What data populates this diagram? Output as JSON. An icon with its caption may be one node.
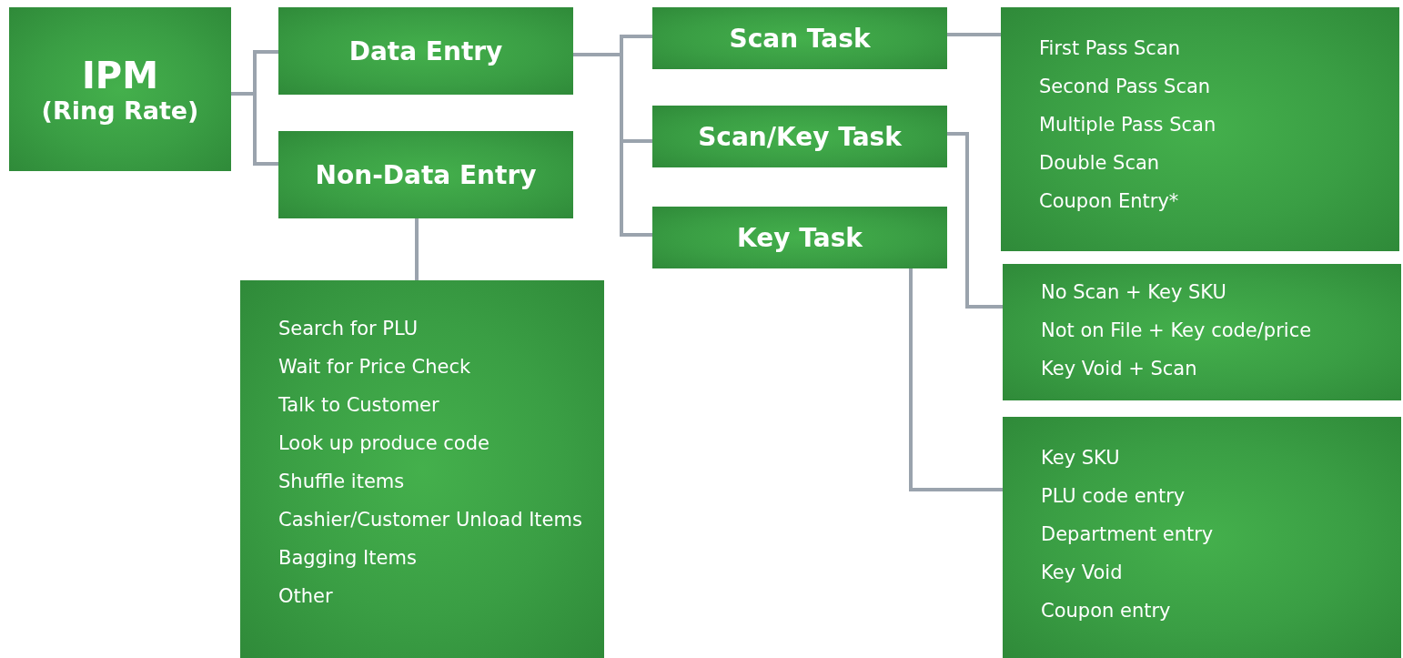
{
  "diagram": {
    "nodes": [
      {
        "text": [
          "IPM",
          "(Ring Rate)"
        ]
      },
      {
        "text": [
          "Data Entry"
        ]
      },
      {
        "text": [
          "Non-Data Entry"
        ]
      },
      {
        "text": [
          "Scan Task"
        ]
      },
      {
        "text": [
          "Scan/Key Task"
        ]
      },
      {
        "text": [
          "Key Task"
        ]
      },
      {
        "text": [
          "First Pass Scan",
          "Second Pass Scan",
          "Multiple Pass Scan",
          "Double Scan",
          "Coupon Entry*"
        ]
      },
      {
        "text": [
          "No Scan + Key SKU",
          "Not on File + Key code/price",
          "Key Void + Scan"
        ]
      },
      {
        "text": [
          "Key SKU",
          "PLU code entry",
          "Department entry",
          "Key Void",
          "Coupon entry"
        ]
      },
      {
        "text": [
          "Search for PLU",
          "Wait for Price Check",
          "Talk to Customer",
          "Look up produce code",
          "Shuffle items",
          "Cashier/Customer Unload Items",
          "Bagging Items",
          "Other"
        ]
      }
    ],
    "edges": [
      {
        "from": 0,
        "to": 1,
        "arrow": "none"
      },
      {
        "from": 0,
        "to": 2,
        "arrow": "none"
      },
      {
        "from": 1,
        "to": 3,
        "arrow": "none"
      },
      {
        "from": 1,
        "to": 4,
        "arrow": "none"
      },
      {
        "from": 1,
        "to": 5,
        "arrow": "none"
      },
      {
        "from": 3,
        "to": 6,
        "arrow": "none"
      },
      {
        "from": 4,
        "to": 7,
        "arrow": "none"
      },
      {
        "from": 5,
        "to": 8,
        "arrow": "none"
      },
      {
        "from": 2,
        "to": 9,
        "arrow": "none"
      }
    ]
  }
}
